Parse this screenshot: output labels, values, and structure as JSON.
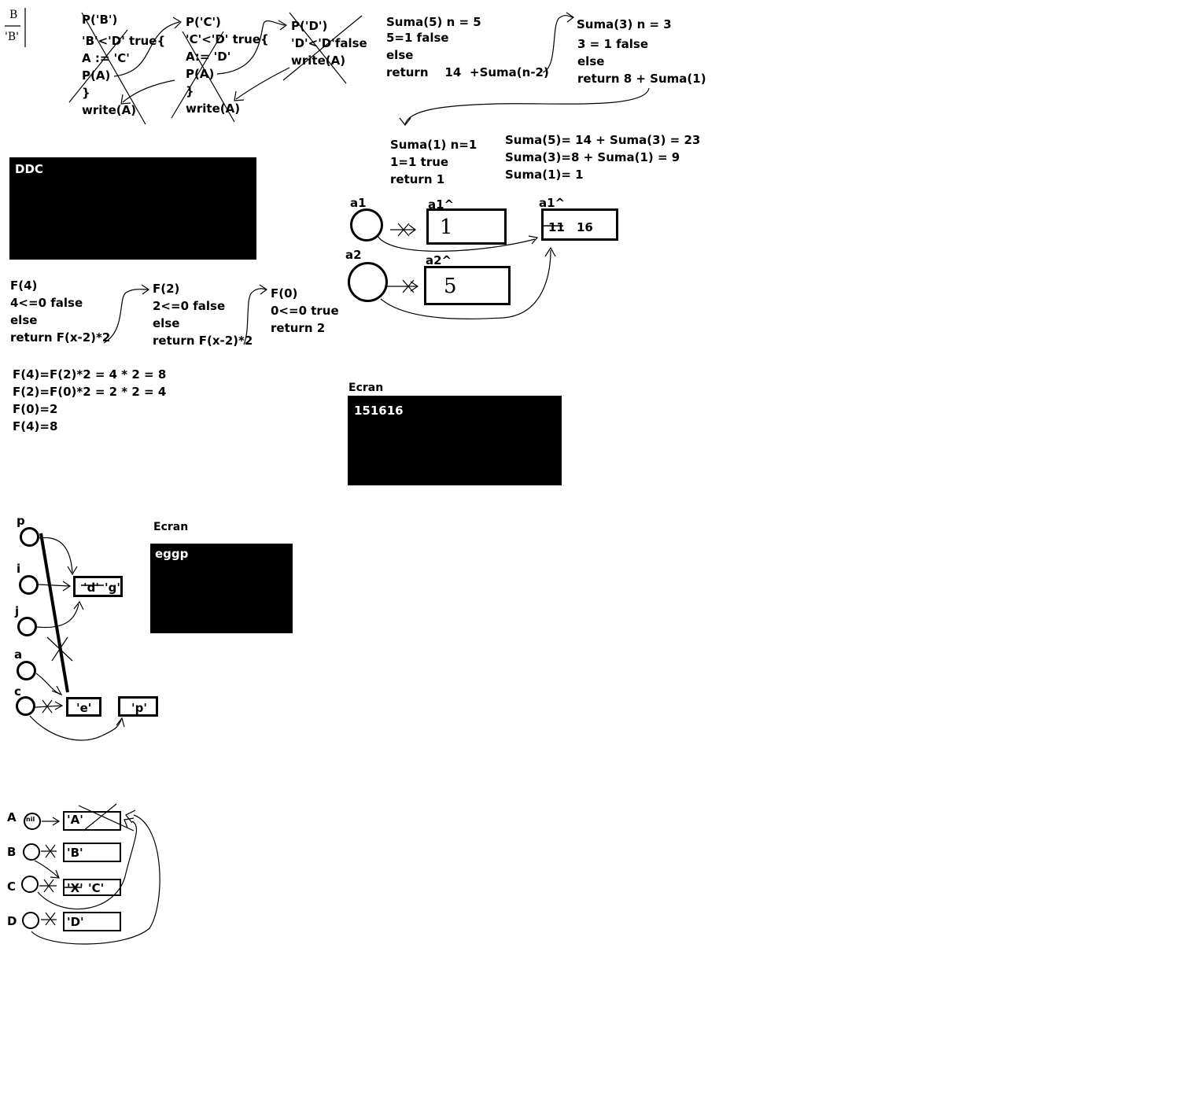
{
  "corner": {
    "top": "B",
    "bottom": "'B'"
  },
  "proc": {
    "pb": [
      "P('B')",
      "'B'<'D' true{",
      "A := 'C'",
      "P(A)",
      "}",
      "write(A)"
    ],
    "pc": [
      "P('C')",
      "'C'<'D' true{",
      "A:= 'D'",
      "P(A)",
      "}",
      "write(A)"
    ],
    "pd": [
      "P('D')",
      "'D'<'D'false",
      "write(A)"
    ]
  },
  "ddc": {
    "text": "DDC"
  },
  "suma": {
    "s5": [
      "Suma(5) n = 5",
      "5=1 false",
      "else",
      "return    14"
    ],
    "s5_tail": "+Suma(n-2)",
    "s3": [
      "Suma(3) n = 3",
      "3 = 1 false",
      "else",
      "return 8 + Suma(1)"
    ],
    "s1": [
      "Suma(1) n=1",
      "1=1 true",
      "return 1"
    ],
    "results": [
      "Suma(5)= 14 + Suma(3) = 23",
      "Suma(3)=8 + Suma(1) = 9",
      "Suma(1)= 1"
    ]
  },
  "pointers1": {
    "a1": "a1",
    "a1_target": "a1^",
    "a1_value": "1",
    "a2": "a2",
    "a2_target": "a2^",
    "a2_value": "5",
    "shared_label": "a1^",
    "shared_old": "11",
    "shared_new": "16"
  },
  "f": {
    "f4": [
      "F(4)",
      "4<=0 false",
      "else",
      "return F(x-2)*2"
    ],
    "f2": [
      "F(2)",
      "2<=0 false",
      "else",
      "return F(x-2)*2"
    ],
    "f0": [
      "F(0)",
      "0<=0 true",
      "return 2"
    ],
    "results": [
      "F(4)=F(2)*2 = 4 * 2 = 8",
      "F(2)=F(0)*2 = 2 * 2 = 4",
      "F(0)=2",
      "F(4)=8"
    ]
  },
  "screen1": {
    "label": "Ecran",
    "text": "151616"
  },
  "pointers2": {
    "vars": [
      "p",
      "i",
      "j",
      "a",
      "c"
    ],
    "dg_old": "'d'",
    "dg_new": "'g'",
    "e": "'e'",
    "p_cell": "'p'"
  },
  "screen2": {
    "label": "Ecran",
    "text": "eggp"
  },
  "list": {
    "vars": [
      "A",
      "B",
      "C",
      "D"
    ],
    "nil": "nil",
    "cells": [
      "'A'",
      "'B'",
      "'C'",
      "'D'"
    ],
    "c_old": "'X'"
  }
}
